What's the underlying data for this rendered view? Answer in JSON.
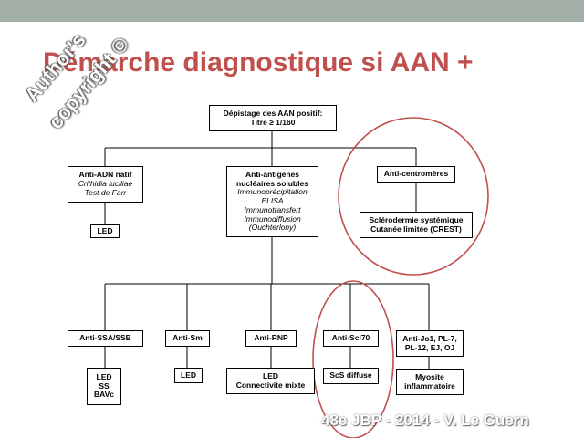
{
  "slide": {
    "title": "Démarche diagnostique si AAN +",
    "watermark_line1": "Author's",
    "watermark_line2": "copyright ©",
    "credit": "48e JBP - 2014 - V. Le Guern",
    "highlight_color": "#c0504d"
  },
  "diagram": {
    "root": {
      "line1": "Dépistage des AAN positif:",
      "line2": "Titre ≥ 1/160"
    },
    "anti_adn": {
      "title": "Anti-ADN natif",
      "sub1": "Crithidia luciliae",
      "sub2": "Test de Farr"
    },
    "led_1": "LED",
    "anti_antigenes": {
      "title1": "Anti-antigènes",
      "title2": "nucléaires solubles",
      "methods": [
        "Immunoprécipitation",
        "ELISA",
        "Immunotransfert",
        "Immunodiffusion",
        "(Ouchterlony)"
      ]
    },
    "anti_centromeres": "Anti-centromères",
    "sclerodermie": {
      "line1": "Sclérodermie systémique",
      "line2": "Cutanée limitée (CREST)"
    },
    "anti_ssa": "Anti-SSA/SSB",
    "anti_sm": "Anti-Sm",
    "anti_rnp": "Anti-RNP",
    "anti_scl70": "Anti-Scl70",
    "anti_jo1": {
      "line1": "Anti-Jo1, PL-7,",
      "line2": "PL-12, EJ, OJ"
    },
    "led_ss": {
      "line1": "LED",
      "line2": "SS",
      "line3": "BAVc"
    },
    "led_2": "LED",
    "led_connectivite": {
      "line1": "LED",
      "line2": "Connectivite mixte"
    },
    "scs_diffuse": "ScS diffuse",
    "myosite": {
      "line1": "Myosite",
      "line2": "inflammatoire"
    }
  }
}
